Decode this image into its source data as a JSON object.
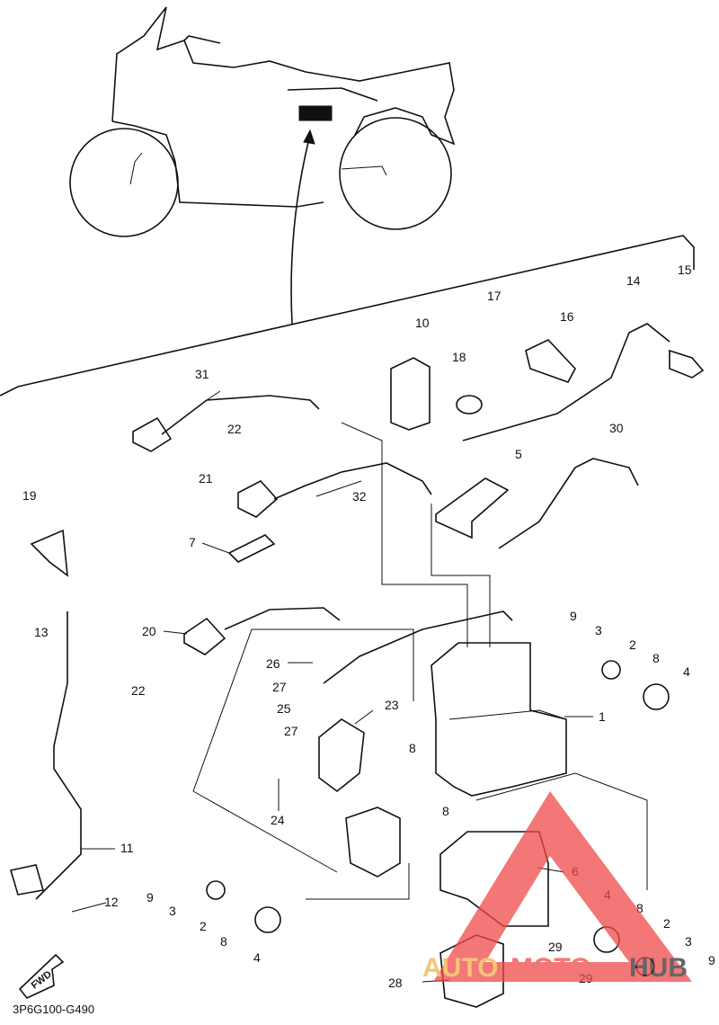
{
  "diagram_code": "3P6G100-G490",
  "fwd_label": "FWD",
  "watermark": {
    "text_left": "AUTO",
    "text_mid": "MOTO",
    "text_right": "HUB",
    "color": "#f04a4a"
  },
  "callouts": [
    {
      "id": "c1",
      "text": "1"
    },
    {
      "id": "c2a",
      "text": "2"
    },
    {
      "id": "c2b",
      "text": "2"
    },
    {
      "id": "c2c",
      "text": "2"
    },
    {
      "id": "c3a",
      "text": "3"
    },
    {
      "id": "c3b",
      "text": "3"
    },
    {
      "id": "c3c",
      "text": "3"
    },
    {
      "id": "c4a",
      "text": "4"
    },
    {
      "id": "c4b",
      "text": "4"
    },
    {
      "id": "c4c",
      "text": "4"
    },
    {
      "id": "c5",
      "text": "5"
    },
    {
      "id": "c6",
      "text": "6"
    },
    {
      "id": "c7",
      "text": "7"
    },
    {
      "id": "c8a",
      "text": "8"
    },
    {
      "id": "c8b",
      "text": "8"
    },
    {
      "id": "c8c",
      "text": "8"
    },
    {
      "id": "c8d",
      "text": "8"
    },
    {
      "id": "c8e",
      "text": "8"
    },
    {
      "id": "c9a",
      "text": "9"
    },
    {
      "id": "c9b",
      "text": "9"
    },
    {
      "id": "c9c",
      "text": "9"
    },
    {
      "id": "c10",
      "text": "10"
    },
    {
      "id": "c11",
      "text": "11"
    },
    {
      "id": "c12",
      "text": "12"
    },
    {
      "id": "c13",
      "text": "13"
    },
    {
      "id": "c14",
      "text": "14"
    },
    {
      "id": "c15",
      "text": "15"
    },
    {
      "id": "c16",
      "text": "16"
    },
    {
      "id": "c17",
      "text": "17"
    },
    {
      "id": "c18",
      "text": "18"
    },
    {
      "id": "c19",
      "text": "19"
    },
    {
      "id": "c20",
      "text": "20"
    },
    {
      "id": "c21",
      "text": "21"
    },
    {
      "id": "c22a",
      "text": "22"
    },
    {
      "id": "c22b",
      "text": "22"
    },
    {
      "id": "c23",
      "text": "23"
    },
    {
      "id": "c24",
      "text": "24"
    },
    {
      "id": "c25",
      "text": "25"
    },
    {
      "id": "c26",
      "text": "26"
    },
    {
      "id": "c27a",
      "text": "27"
    },
    {
      "id": "c27b",
      "text": "27"
    },
    {
      "id": "c28",
      "text": "28"
    },
    {
      "id": "c29a",
      "text": "29"
    },
    {
      "id": "c29b",
      "text": "29"
    },
    {
      "id": "c30",
      "text": "30"
    },
    {
      "id": "c31",
      "text": "31"
    },
    {
      "id": "c32",
      "text": "32"
    }
  ]
}
